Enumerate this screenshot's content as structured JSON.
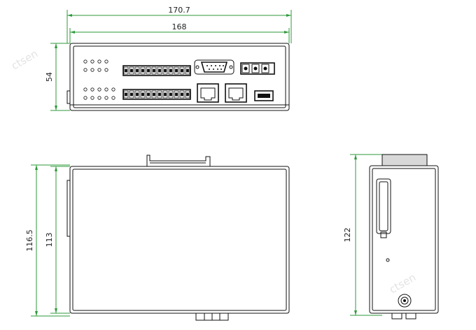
{
  "dimensions": {
    "top_overall_width": "170.7",
    "top_body_width": "168",
    "front_height": "54",
    "side_overall_height": "116.5",
    "side_body_height": "113",
    "end_height": "122"
  },
  "watermark": "ctsen",
  "colors": {
    "dimension_line": "#2e9a3a",
    "outline": "#111111"
  }
}
